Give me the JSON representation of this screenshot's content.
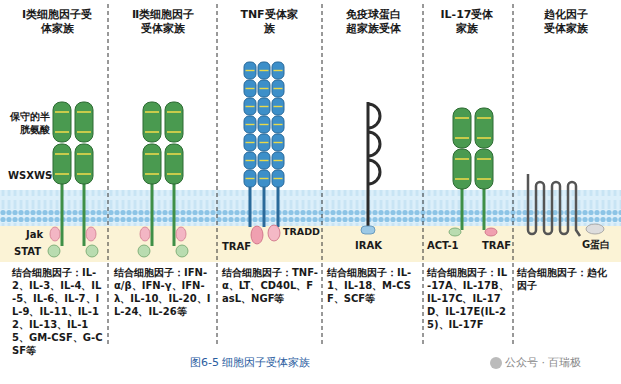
{
  "diagram": {
    "caption": "图6-5 细胞因子受体家族",
    "labels": [
      "Ⅰ类细胞因子受体家族",
      "保守的半胱氨酸",
      "WSXWS",
      "Jak",
      "STAT",
      "结合细胞因子：IL-2、IL-3、IL-4、IL-5、IL-6、IL-7、IL-9、IL-11、IL-12、IL-13、IL-15、GM-CSF、G-CSF等",
      "Ⅱ类细胞因子受体家族",
      "结合细胞因子：IFN-α/β、IFN-γ、IFN-λ、IL-10、IL-20、IL-24、IL-26等",
      "TNF受体家族",
      "TRAF",
      "TRADD",
      "结合细胞因子：TNF-α、LT、CD40L、FasL、NGF等",
      "免疫球蛋白超家族受体",
      "IRAK",
      "结合细胞因子：IL-1、IL-18、M-CSF、SCF等",
      "IL-17受体家族",
      "ACT-1",
      "TRAF",
      "结合细胞因子：IL-17A、IL-17B、IL-17C、IL-17D、IL-17E(IL-25)、IL-17F",
      "趋化因子受体家族",
      "G蛋白",
      "结合细胞因子：趋化因子",
      "公众号 · 百瑞极"
    ]
  }
}
